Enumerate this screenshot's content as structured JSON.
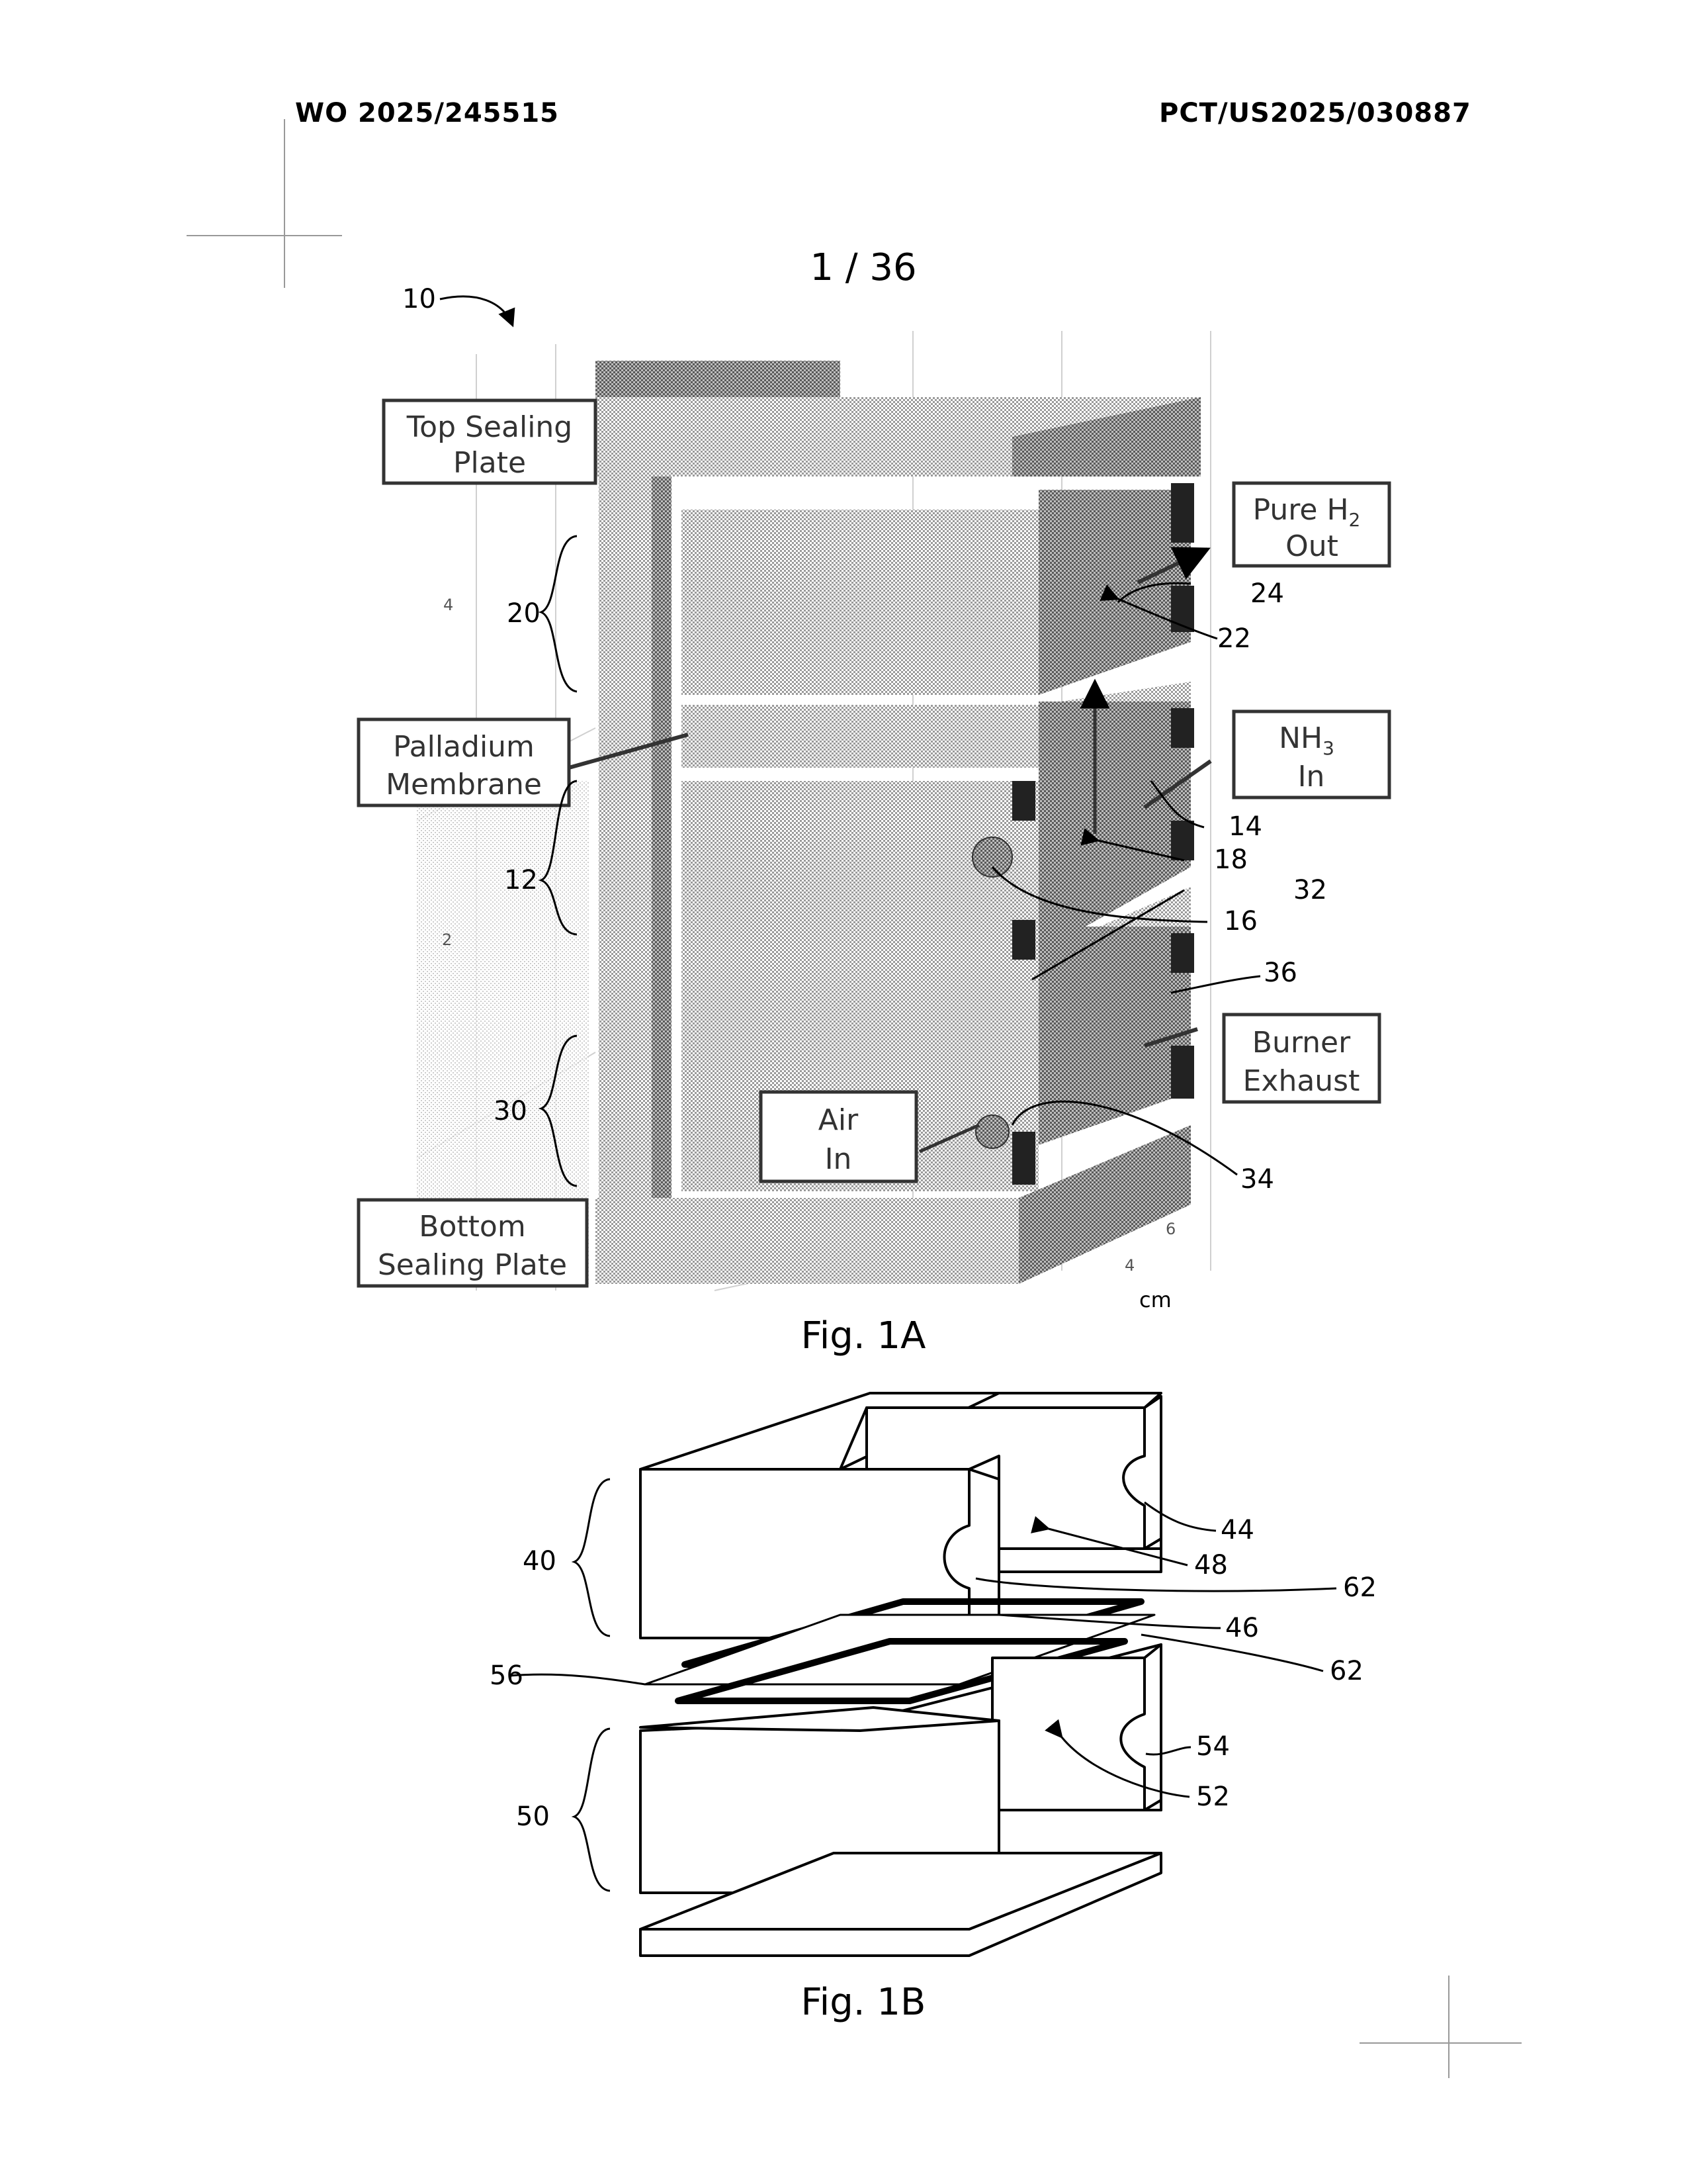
{
  "header": {
    "publication_number": "WO 2025/245515",
    "application_number": "PCT/US2025/030887"
  },
  "page_number": "1 / 36",
  "fig1a": {
    "caption": "Fig. 1A",
    "boxes": {
      "top_plate": [
        "Top Sealing",
        "Plate"
      ],
      "palladium": [
        "Palladium",
        "Membrane"
      ],
      "bottom_plate": [
        "Bottom",
        "Sealing Plate"
      ],
      "h2_out_1": "Pure H",
      "h2_sub": "2",
      "h2_out_2": "Out",
      "nh3_in_1": "NH",
      "nh3_sub": "3",
      "nh3_in_2": "In",
      "burner": [
        "Burner",
        "Exhaust"
      ],
      "air": [
        "Air",
        "In"
      ]
    },
    "refs": {
      "r10": "10",
      "r20": "20",
      "r12": "12",
      "r30": "30",
      "r24": "24",
      "r22": "22",
      "r14": "14",
      "r18": "18",
      "r32": "32",
      "r16": "16",
      "r36": "36",
      "r34": "34"
    },
    "axis": {
      "unit": "cm",
      "t4": "4",
      "t2": "2",
      "t6": "6",
      "t4b": "4"
    }
  },
  "fig1b": {
    "caption": "Fig. 1B",
    "refs": {
      "r40": "40",
      "r44": "44",
      "r48": "48",
      "r62a": "62",
      "r46": "46",
      "r62b": "62",
      "r56": "56",
      "r54": "54",
      "r52": "52",
      "r50": "50"
    }
  }
}
